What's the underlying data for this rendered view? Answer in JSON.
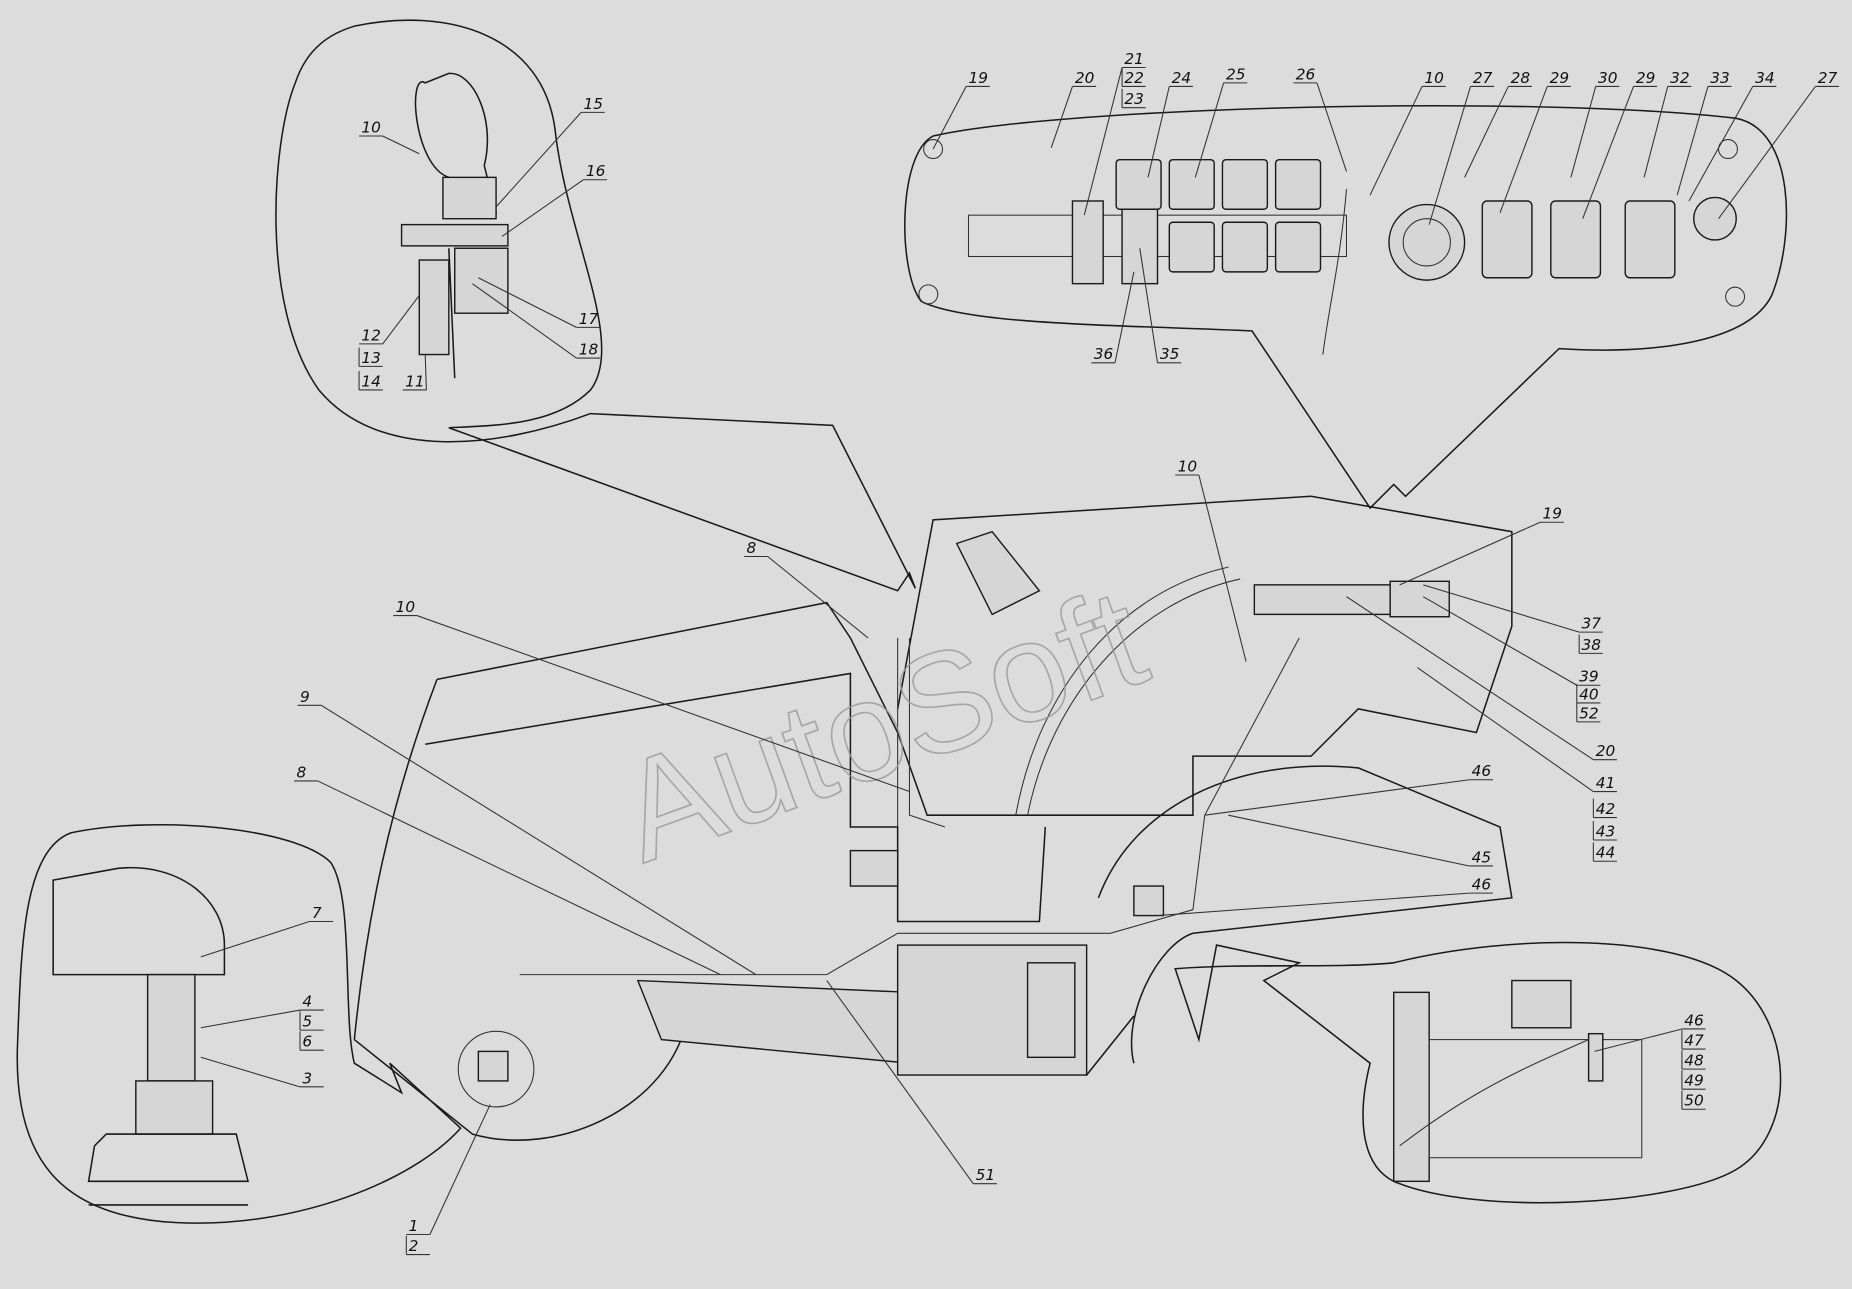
{
  "watermark": "AutoSoft",
  "labels": [
    "10",
    "15",
    "16",
    "17",
    "18",
    "12",
    "13",
    "14",
    "11",
    "19",
    "20",
    "21",
    "22",
    "23",
    "24",
    "25",
    "26",
    "10",
    "27",
    "28",
    "29",
    "30",
    "29",
    "32",
    "33",
    "34",
    "27",
    "36",
    "35",
    "10",
    "19",
    "8",
    "10",
    "9",
    "8",
    "37",
    "38",
    "39",
    "40",
    "52",
    "20",
    "41",
    "42",
    "43",
    "44",
    "46",
    "45",
    "46",
    "7",
    "4",
    "5",
    "6",
    "3",
    "51",
    "1",
    "2",
    "46",
    "47",
    "48",
    "49",
    "50"
  ]
}
